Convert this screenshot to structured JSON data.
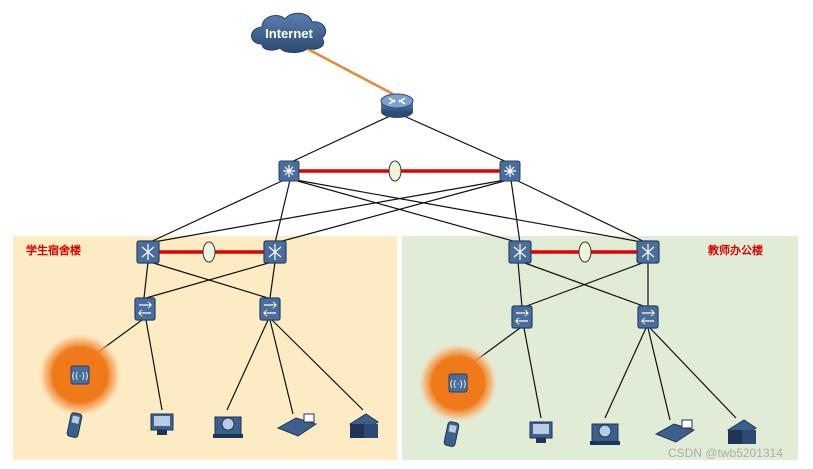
{
  "internet": {
    "label": "Internet"
  },
  "zones": {
    "left": {
      "label": "学生宿舍楼",
      "fill": "#fdebc4",
      "label_color": "#e00000"
    },
    "right": {
      "label": "教师办公楼",
      "fill": "#e0ecd6",
      "label_color": "#e00000"
    }
  },
  "colors": {
    "uplink": "#e8873a",
    "link": "#111111",
    "trunk": "#e00000",
    "device_face": "#4a6e9c",
    "device_dark": "#2c4a72",
    "ap_glow": "#f07a1a",
    "watermark": "#c8c8c8"
  },
  "devices": {
    "router": "router-icon",
    "core_switch": "core-switch-icon",
    "aggregation_switch": "aggregation-switch-icon",
    "access_switch": "access-switch-icon",
    "wireless_ap": "wireless-ap-icon",
    "endpoints": [
      "phone-icon",
      "pc-icon",
      "ip-camera-icon",
      "fax-icon",
      "printer-icon"
    ]
  },
  "watermark": {
    "text": "CSDN @twb5201314"
  }
}
